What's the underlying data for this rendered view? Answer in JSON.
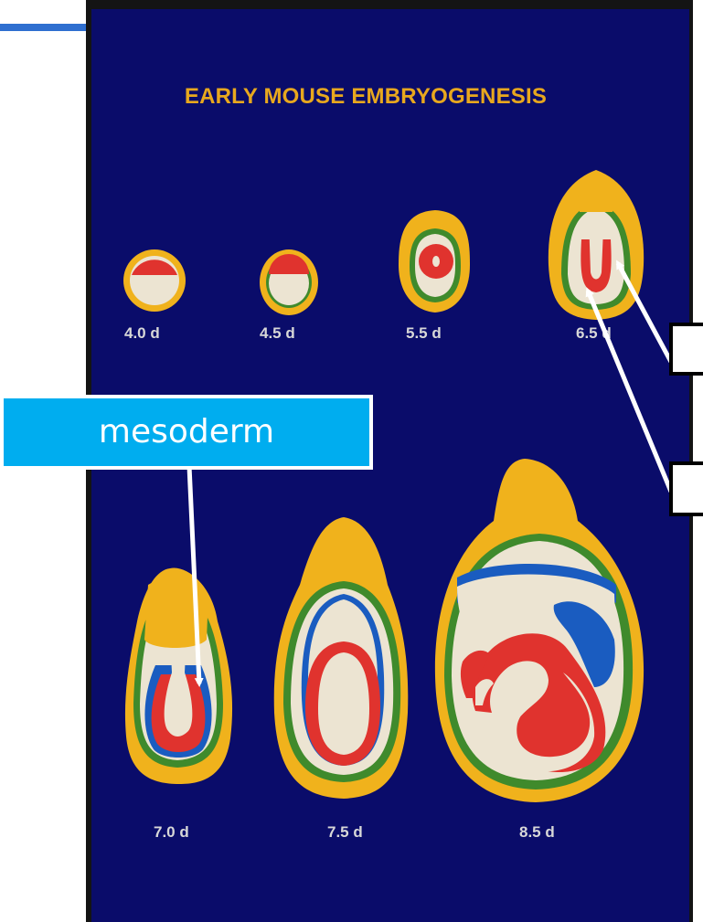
{
  "slide": {
    "title": "EARLY MOUSE EMBRYOGENESIS"
  },
  "stages": [
    {
      "label": "4.0 d"
    },
    {
      "label": "4.5 d"
    },
    {
      "label": "5.5 d"
    },
    {
      "label": "6.5 d"
    },
    {
      "label": "7.0 d"
    },
    {
      "label": "7.5 d"
    },
    {
      "label": "8.5 d"
    }
  ],
  "annotations": {
    "mesoderm_label": "mesoderm",
    "callout_box_1": "",
    "callout_box_2": ""
  },
  "colors": {
    "background": "#0a0c6a",
    "trophoblast": "#f0b21c",
    "endoderm": "#3f8a2c",
    "ectoderm": "#e0332e",
    "mesoderm": "#1a5cc0",
    "cavity": "#ece4d2",
    "title": "#e8a81e",
    "label_box": "#00adef"
  }
}
